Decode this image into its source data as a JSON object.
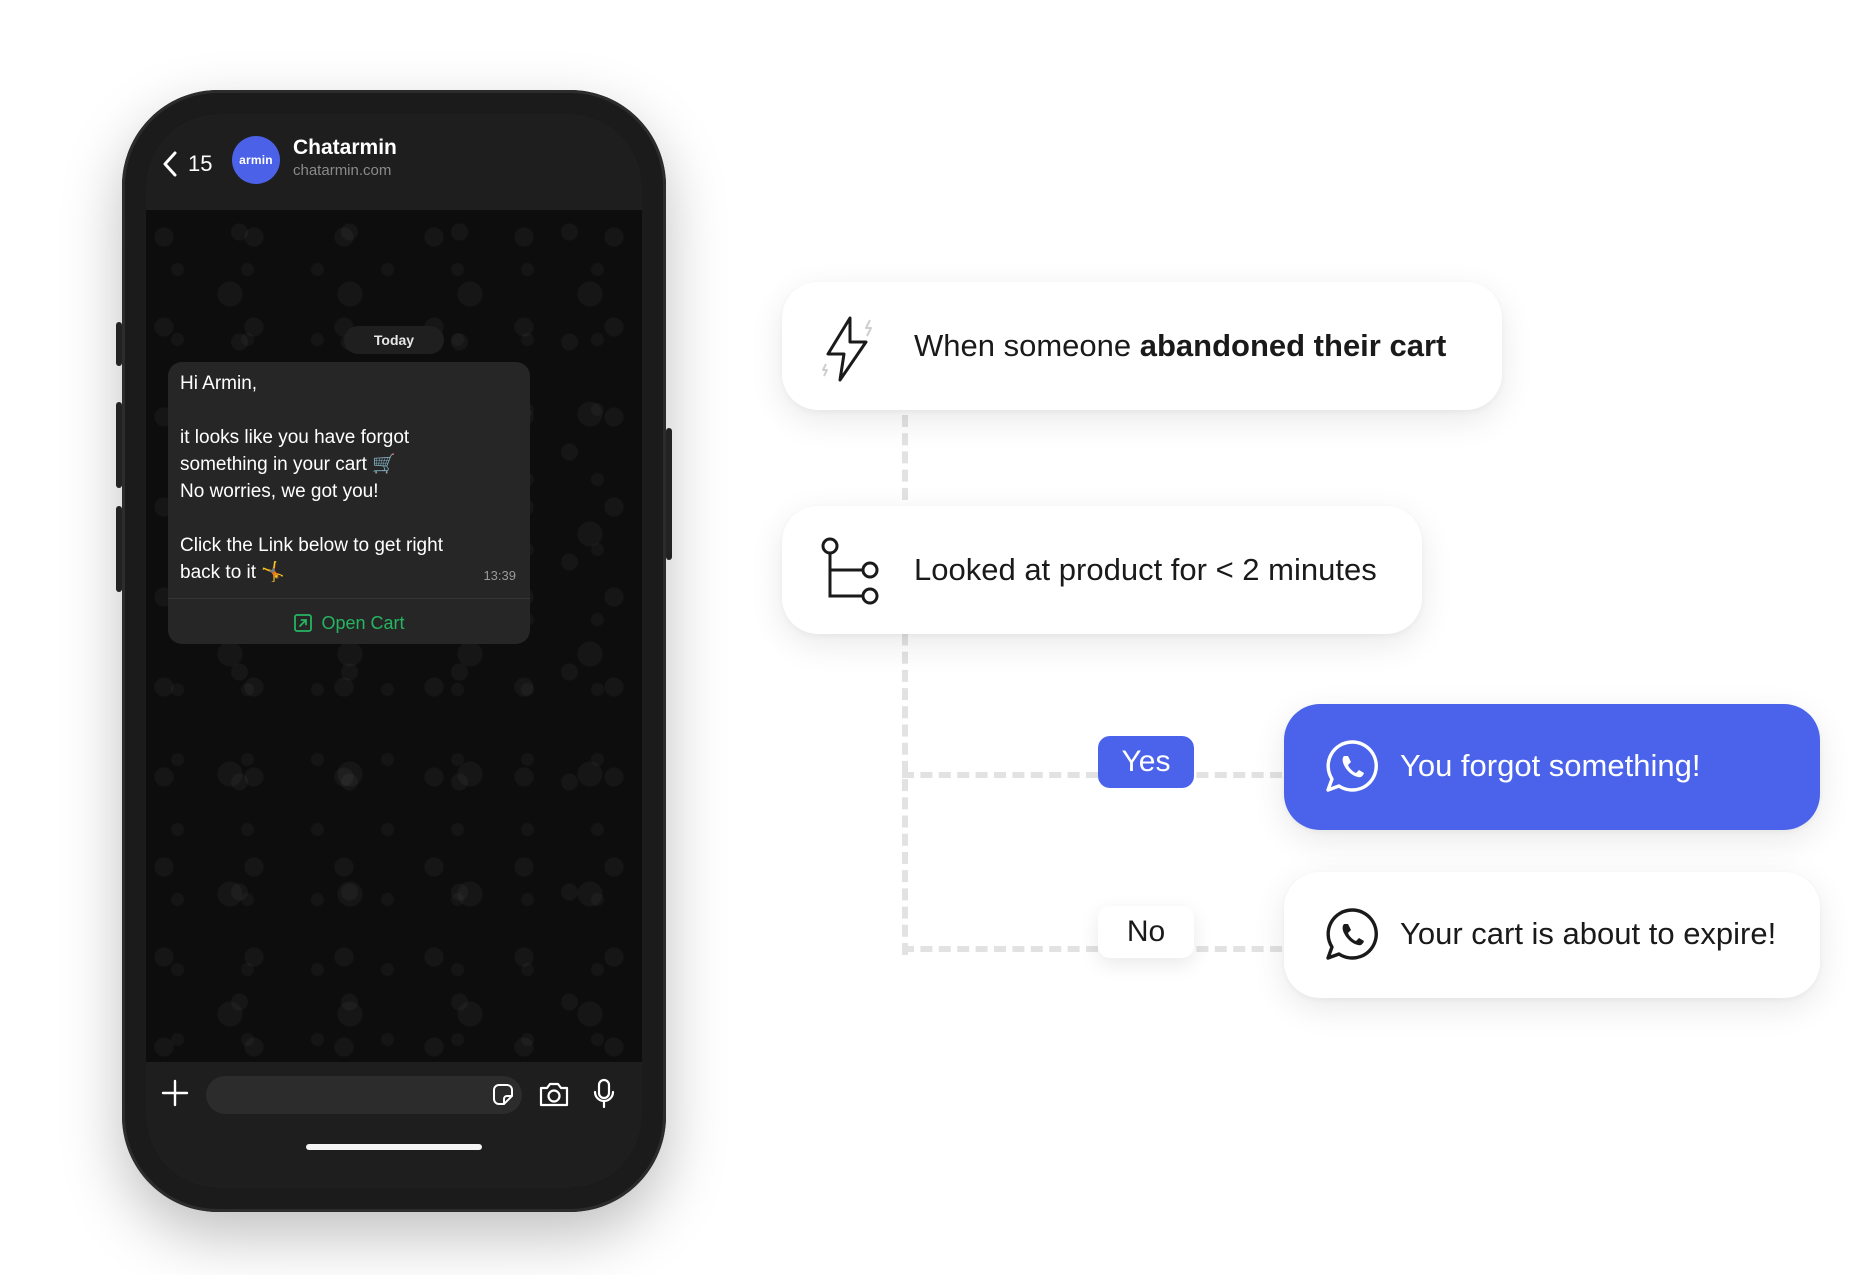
{
  "colors": {
    "accent_blue": "#4a63ea",
    "avatar_blue": "#4b62e8",
    "link_green": "#25b561",
    "chat_background": "#0d0d0d",
    "bubble_background": "#262626"
  },
  "phone": {
    "header": {
      "back_icon": "chevron-left-icon",
      "back_count": "15",
      "avatar_text": "armin",
      "contact_name": "Chatarmin",
      "contact_subtitle": "chatarmin.com"
    },
    "date_label": "Today",
    "message": {
      "greeting": "Hi Armin,",
      "line1": "it looks like you have forgot",
      "line2": "something in your cart 🛒",
      "line3": "No worries, we got you!",
      "line4": "Click the Link below to get right",
      "line5": "back to it 🤸",
      "time": "13:39",
      "link_icon": "external-link-icon",
      "link_label": "Open Cart"
    },
    "input_bar": {
      "plus_icon": "plus-icon",
      "input_value": "",
      "sticker_icon": "sticker-icon",
      "camera_icon": "camera-icon",
      "mic_icon": "microphone-icon"
    }
  },
  "flow": {
    "trigger": {
      "icon": "lightning-bolt-icon",
      "text_prefix": "When someone ",
      "text_bold": "abandoned their cart"
    },
    "condition": {
      "icon": "branch-icon",
      "text": "Looked at product for < 2 minutes"
    },
    "yes_branch": {
      "label": "Yes",
      "icon": "whatsapp-icon",
      "message": "You forgot something!"
    },
    "no_branch": {
      "label": "No",
      "icon": "whatsapp-icon",
      "message": "Your cart is about to expire!"
    }
  }
}
